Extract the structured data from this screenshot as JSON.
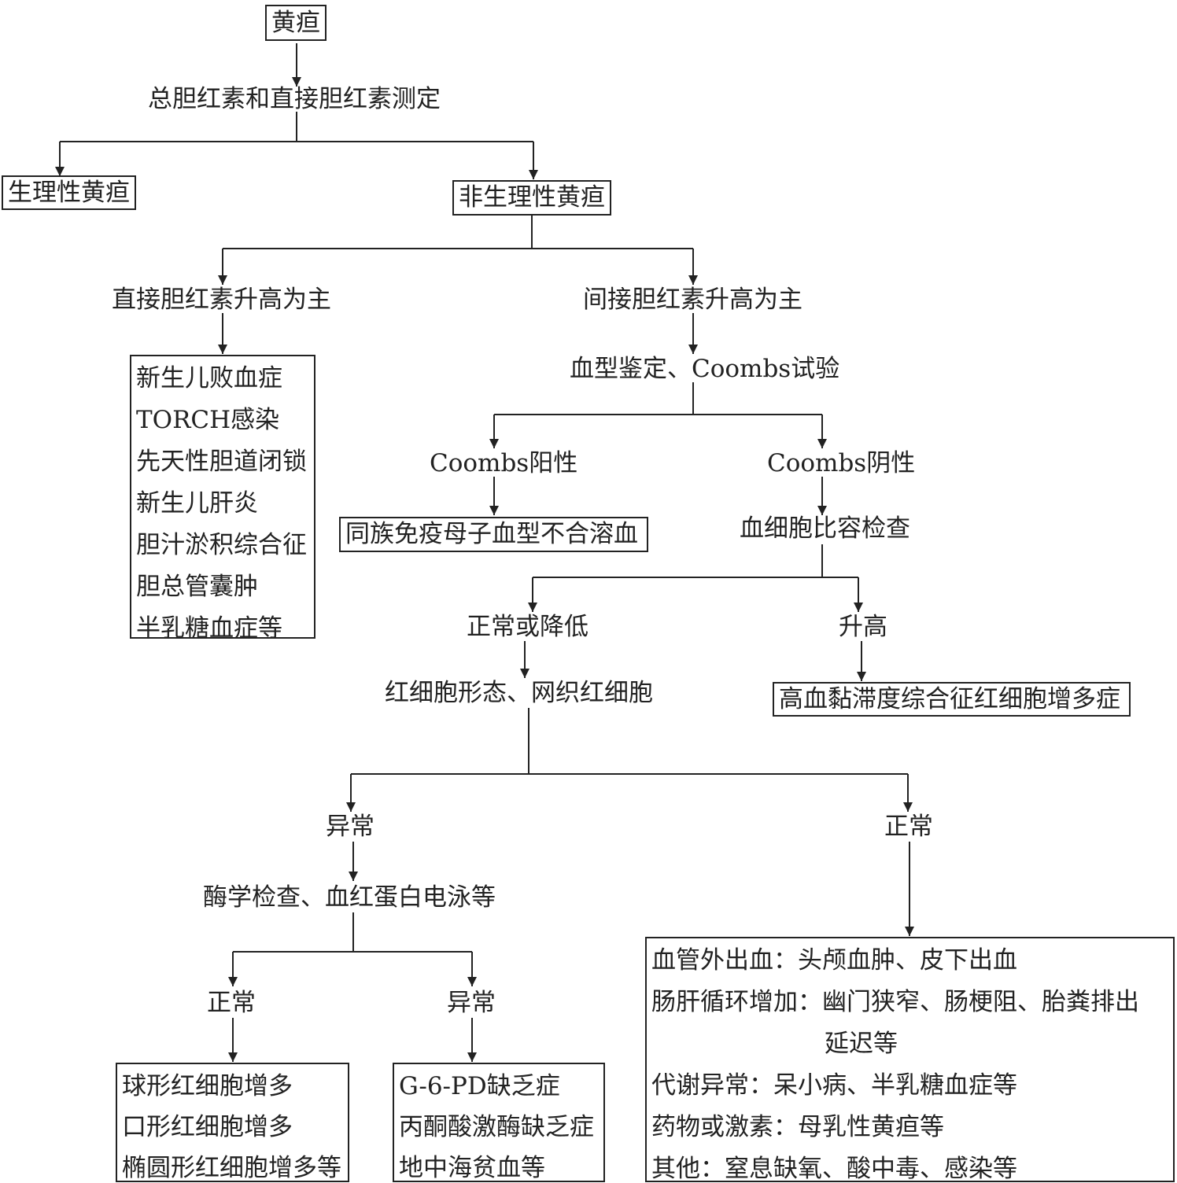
{
  "nodes": {
    "jaundice": "黄疸",
    "bilirubin_test": "总胆红素和直接胆红素测定",
    "physiological": "生理性黄疸",
    "non_physiological": "非生理性黄疸",
    "direct_high": "直接胆红素升高为主",
    "indirect_high": "间接胆红素升高为主",
    "direct_causes": [
      "新生儿败血症",
      "TORCH感染",
      "先天性胆道闭锁",
      "新生儿肝炎",
      "胆汁淤积综合征",
      "胆总管囊肿",
      "半乳糖血症等"
    ],
    "blood_type_test": "血型鉴定、Coombs试验",
    "coombs_pos": "Coombs阳性",
    "coombs_neg": "Coombs阴性",
    "isoimmune": "同族免疫母子血型不合溶血",
    "hematocrit": "血细胞比容检查",
    "normal_or_low": "正常或降低",
    "elevated": "升高",
    "polycythemia": "高血黏滞度综合征红细胞增多症",
    "rbc_morph": "红细胞形态、网织红细胞",
    "abnormal": "异常",
    "normal": "正常",
    "enzyme_test": "酶学检查、血红蛋白电泳等",
    "enzyme_normal": "正常",
    "enzyme_abnormal": "异常",
    "membrane_causes": [
      "球形红细胞增多",
      "口形红细胞增多",
      "椭圆形红细胞增多等"
    ],
    "enzyme_causes": [
      "G-6-PD缺乏症",
      "丙酮酸激酶缺乏症",
      "地中海贫血等"
    ],
    "other_causes": {
      "extravascular": "血管外出血：头颅血肿、皮下出血",
      "enterohepatic": "肠肝循环增加：幽门狭窄、肠梗阻、胎粪排出",
      "enterohepatic_cont": "延迟等",
      "metabolic": "代谢异常：呆小病、半乳糖血症等",
      "drugs": "药物或激素：母乳性黄疸等",
      "others": "其他：窒息缺氧、酸中毒、感染等"
    }
  }
}
